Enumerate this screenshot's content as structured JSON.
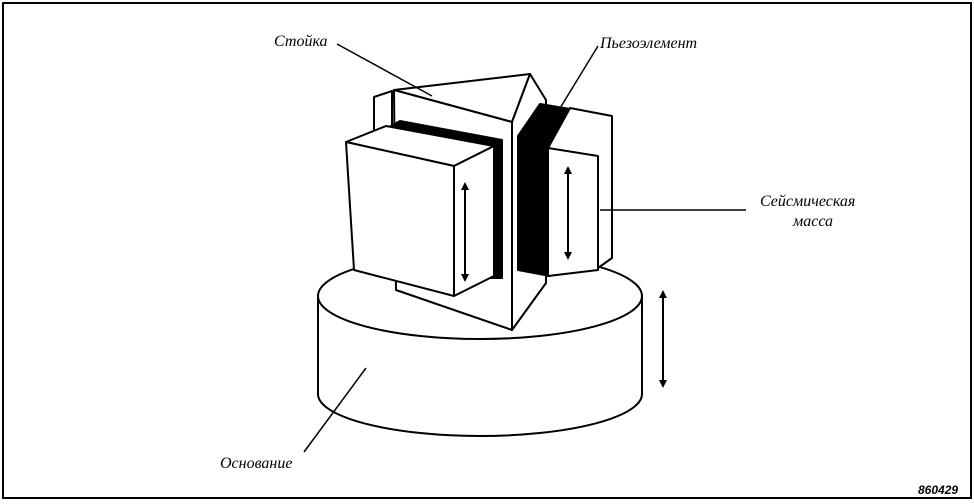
{
  "labels": {
    "stand": "Стойка",
    "piezo": "Пьезоэлемент",
    "mass_line1": "Сейсмическая",
    "mass_line2": "масса",
    "base": "Основание"
  },
  "figure_code": "860429",
  "colors": {
    "ink": "#000000",
    "paper": "#ffffff"
  }
}
